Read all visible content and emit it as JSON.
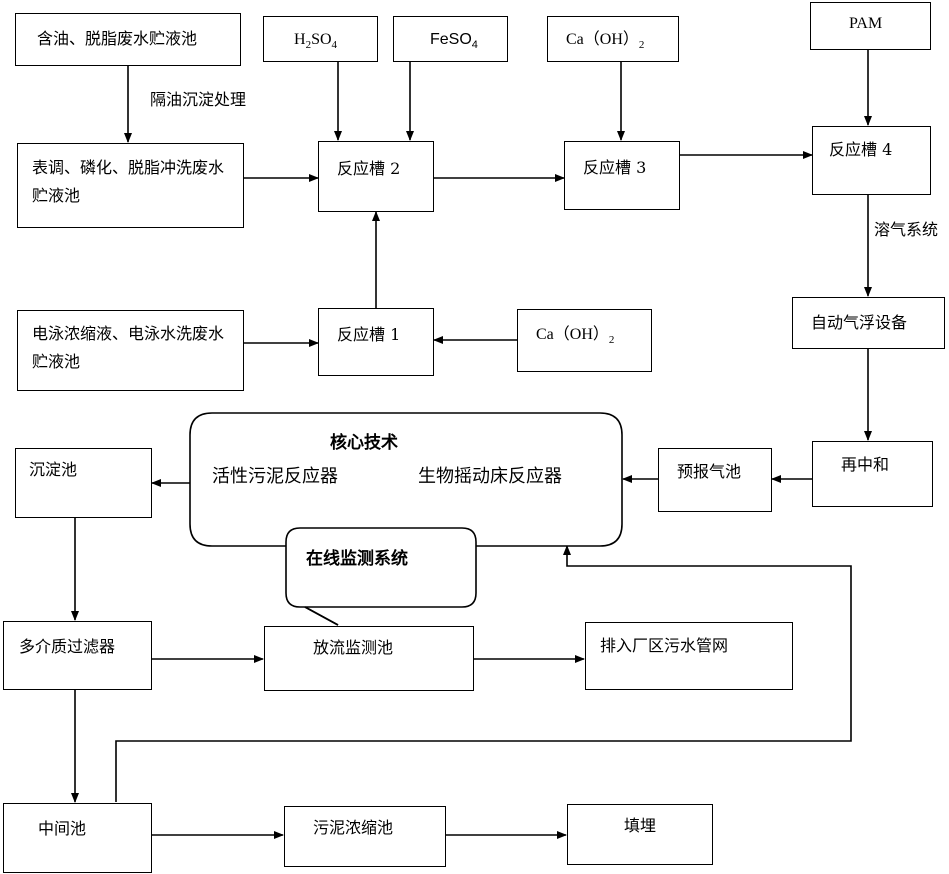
{
  "nodes": {
    "oil_tank": "含油、脱脂废水贮液池",
    "h2so4_main": "H",
    "h2so4_sub2": "2",
    "h2so4_mid": "SO",
    "h2so4_sub4": "4",
    "feso4_main": "FeSO",
    "feso4_sub": "4",
    "caoh_top": "Ca（OH）",
    "caoh_top_sub": "2",
    "pam": "PAM",
    "surface_tank": "表调、磷化、脱脂冲洗废水贮液池",
    "reactor2": "反应槽 2",
    "reactor3": "反应槽 3",
    "reactor4": "反应槽 4",
    "ep_tank": "电泳浓缩液、电泳水洗废水贮液池",
    "reactor1": "反应槽 1",
    "caoh_mid": "Ca（OH）",
    "caoh_mid_sub": "2",
    "auto_float": "自动气浮设备",
    "settling_tank": "沉淀池",
    "core_title": "核心技术",
    "activated_sludge": "活性污泥反应器",
    "bio_bed": "生物摇动床反应器",
    "pre_air_tank": "预报气池",
    "re_neutralize": "再中和",
    "online_monitor": "在线监测系统",
    "multi_filter": "多介质过滤器",
    "discharge_monitor": "放流监测池",
    "sewer": "排入厂区污水管网",
    "middle_tank": "中间池",
    "sludge_thicken": "污泥浓缩池",
    "landfill": "填埋"
  },
  "edge_labels": {
    "oil_separation": "隔油沉淀处理",
    "dissolved_air": "溶气系统"
  }
}
